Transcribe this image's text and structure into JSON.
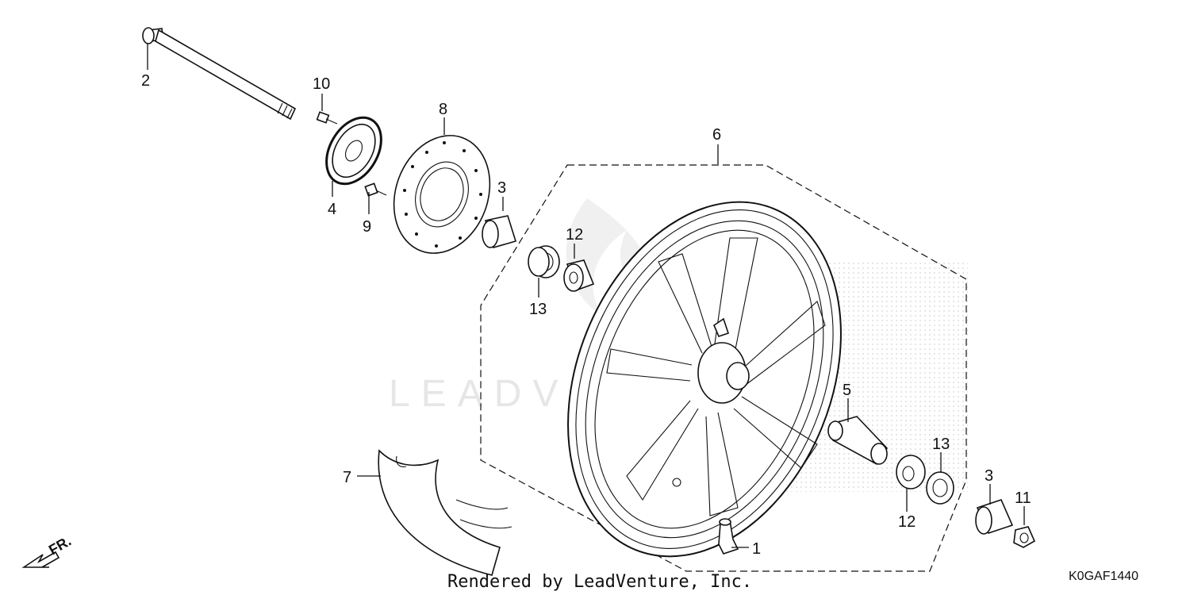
{
  "watermark": "LEADVENTURE",
  "direction_label": "FR.",
  "footer_text": "Rendered by LeadVenture, Inc.",
  "diagram_code": "K0GAF1440",
  "callouts": {
    "c1": "1",
    "c2": "2",
    "c3a": "3",
    "c3b": "3",
    "c4": "4",
    "c5": "5",
    "c6": "6",
    "c7": "7",
    "c8": "8",
    "c9": "9",
    "c10": "10",
    "c11": "11",
    "c12a": "12",
    "c12b": "12",
    "c13a": "13",
    "c13b": "13"
  }
}
